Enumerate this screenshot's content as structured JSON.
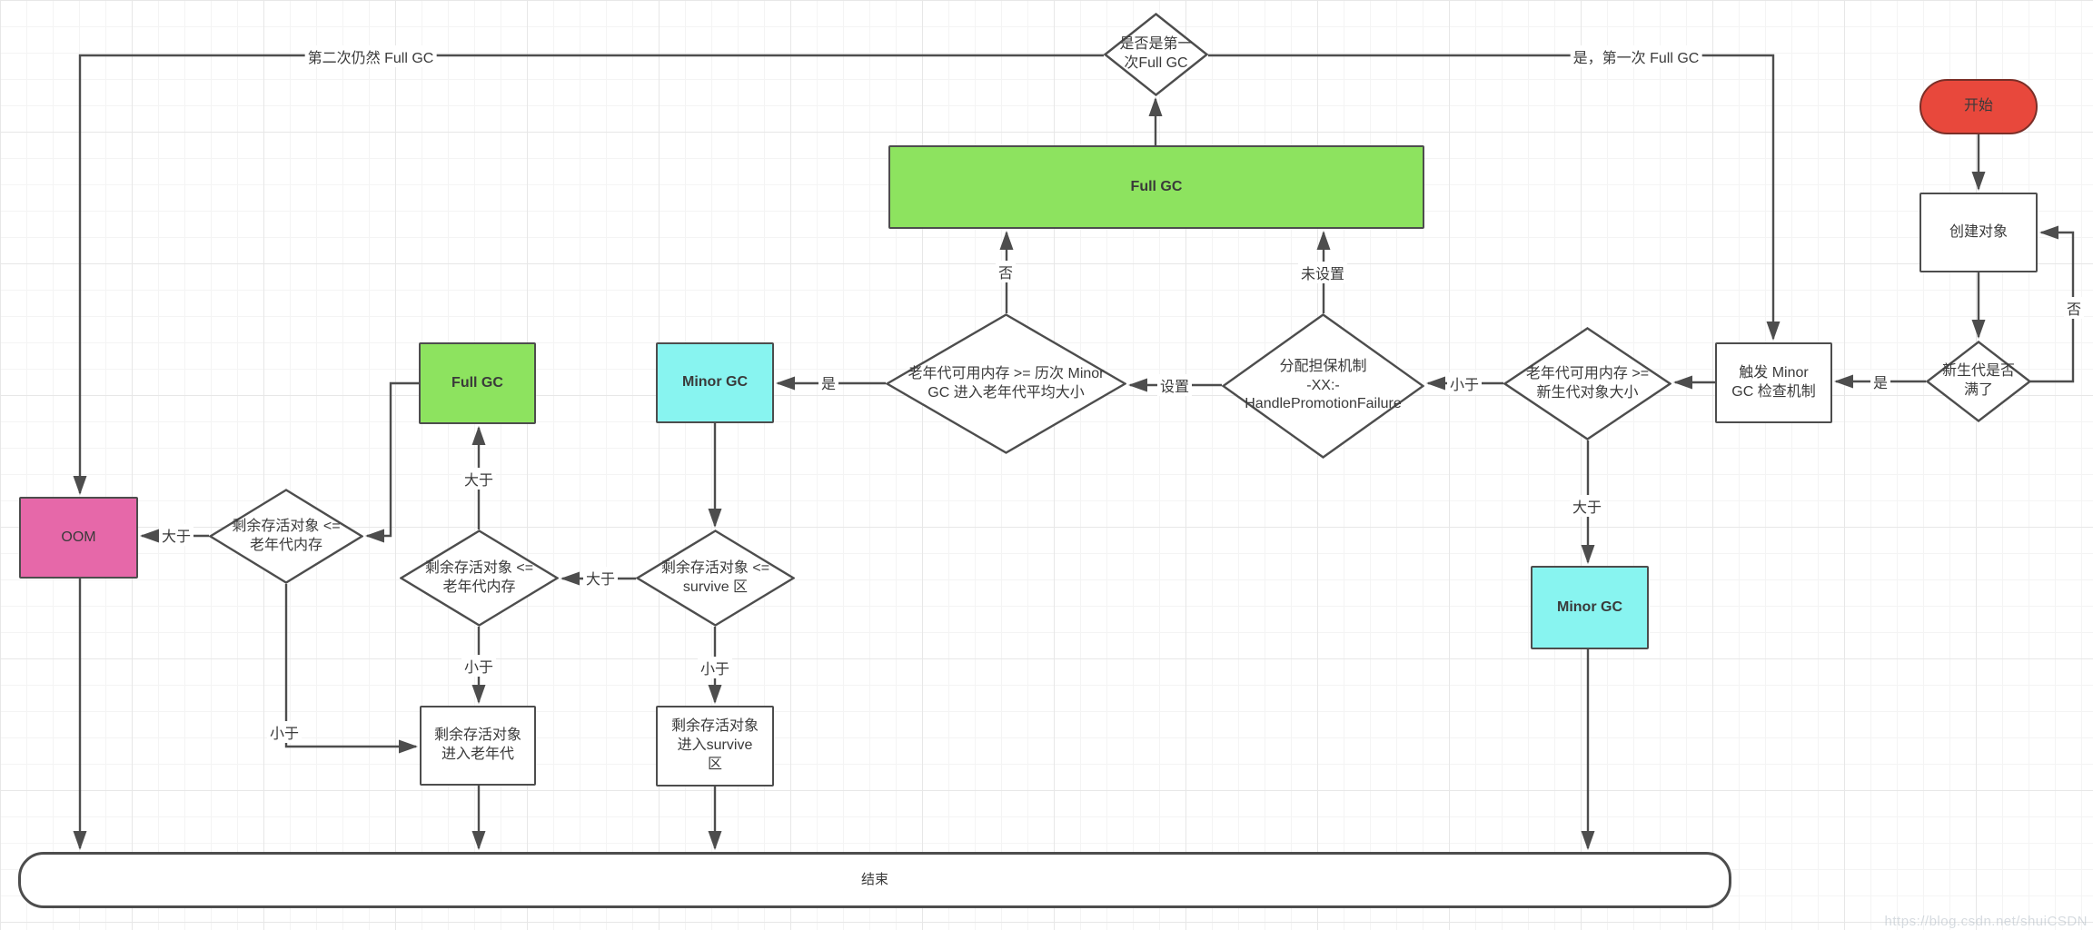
{
  "meta": {
    "watermark": "https://blog.csdn.net/shuiCSDN"
  },
  "colors": {
    "red": "#e8483c",
    "green": "#8de35f",
    "cyan": "#88f4f0",
    "pink": "#e668a9",
    "line": "#4d4d4d"
  },
  "nodes": {
    "start": "开始",
    "create_object": "创建对象",
    "young_gen_full": "新生代是否\n满了",
    "trigger_minor_gc": "触发 Minor\nGC 检查机制",
    "old_gen_vs_young_obj": "老年代可用内存 >=\n新生代对象大小",
    "promotion_guarantee": "分配担保机制\n-XX:-\nHandlePromotionFailure",
    "old_gen_vs_avg": "老年代可用内存 >=  历次 Minor\nGC 进入老年代平均大小",
    "full_gc_main": "Full GC",
    "is_first_full_gc": "是否是第一\n次Full GC",
    "minor_gc_left": "Minor GC",
    "survivor_check": "剩余存活对象 <=\nsurvive 区",
    "old_gen_check_mid": "剩余存活对象 <=\n老年代内存",
    "full_gc_small": "Full GC",
    "old_gen_check_left": "剩余存活对象 <=\n老年代内存",
    "oom": "OOM",
    "enter_old_gen": "剩余存活对象\n进入老年代",
    "enter_survivor": "剩余存活对象\n进入survive\n区",
    "minor_gc_right": "Minor GC",
    "end": "结束"
  },
  "edge_labels": {
    "no_loop": "否",
    "yes_to_trigger": "是",
    "less_than_to_guarantee": "小于",
    "greater_to_minor_right": "大于",
    "set": "设置",
    "unset": "未设置",
    "no_to_full_gc": "否",
    "yes_to_minor_left": "是",
    "second_full_gc": "第二次仍然 Full GC",
    "first_full_gc": "是，第一次 Full GC",
    "greater_to_old_check": "大于",
    "greater_to_full_gc": "大于",
    "greater_to_oom": "大于",
    "less_to_enter_old_a": "小于",
    "less_to_enter_old_b": "小于",
    "less_to_enter_survivor": "小于"
  }
}
